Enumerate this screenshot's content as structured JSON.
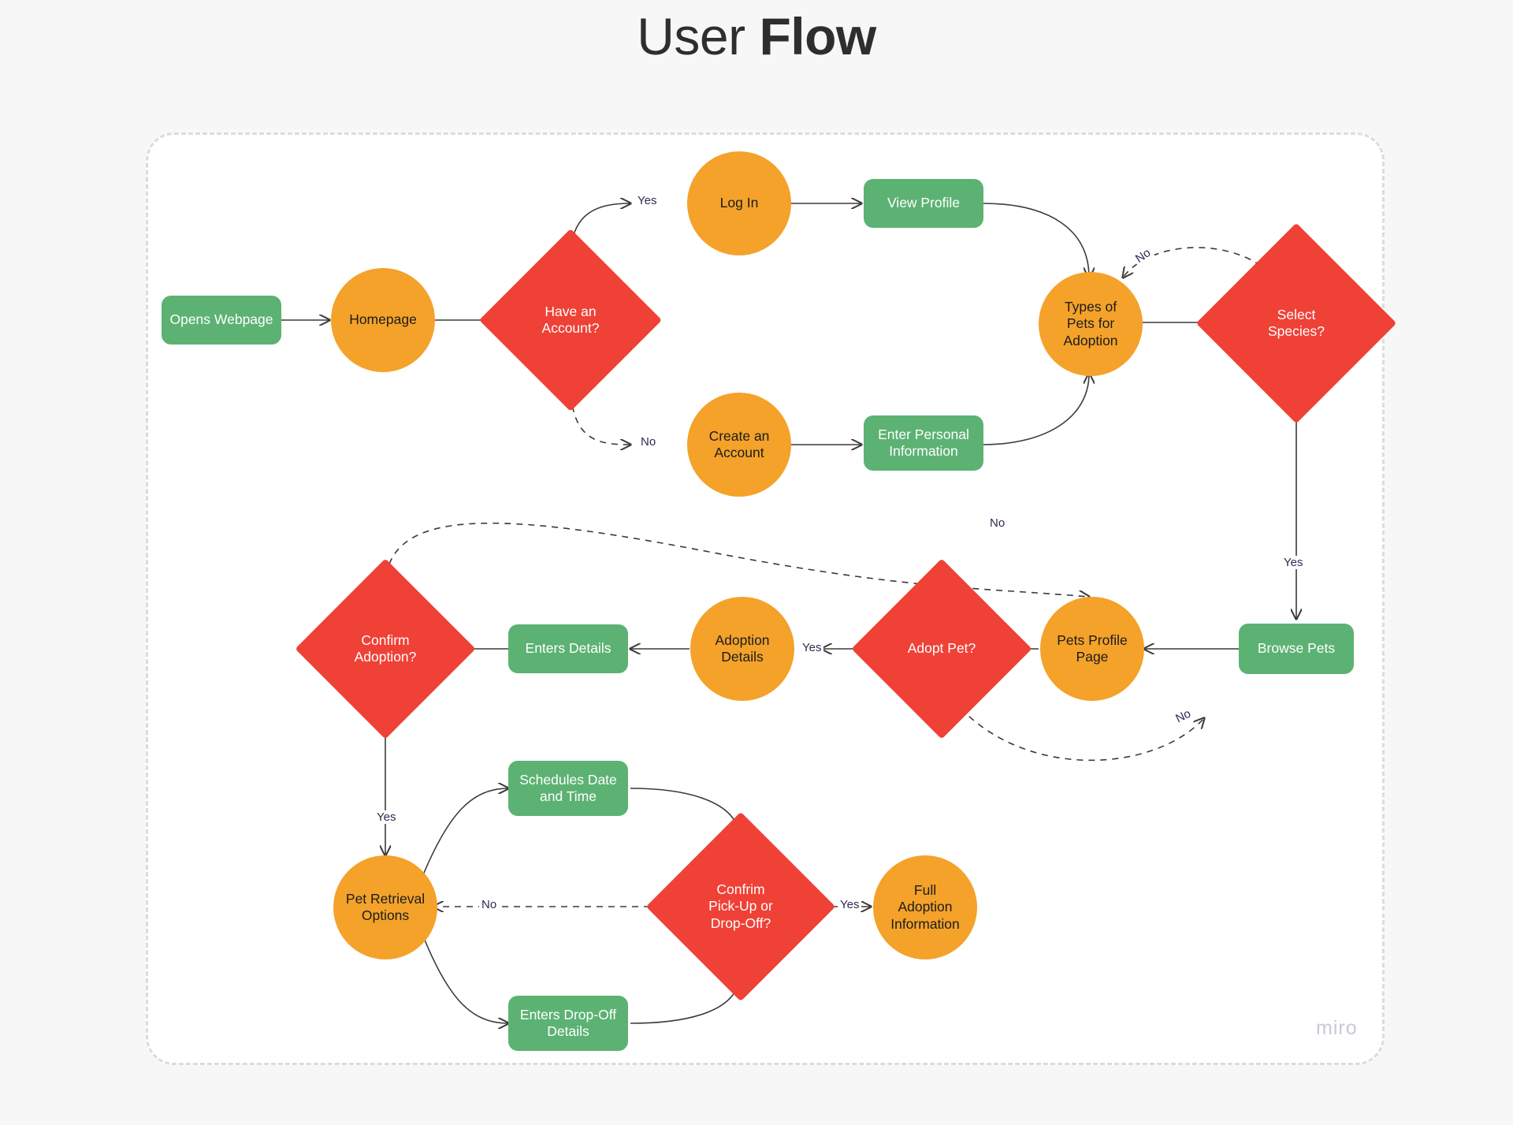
{
  "page": {
    "title_light": "User ",
    "title_bold": "Flow",
    "watermark": "miro",
    "background": "#f7f7f7",
    "board_background": "#ffffff",
    "board_border": "#dcdcdc"
  },
  "colors": {
    "process_green": "#5cb273",
    "state_orange": "#f4a22a",
    "decision_red": "#ef4136",
    "edge_stroke": "#3a3a3a",
    "edge_label_text": "#2b2b52",
    "title_text": "#2e2e2e",
    "watermark_text": "#c9c9d4"
  },
  "chart_data": {
    "type": "diagram",
    "title": "User Flow",
    "nodes": [
      {
        "id": "opens-webpage",
        "label": "Opens Webpage",
        "shape": "rect",
        "color": "#5cb273"
      },
      {
        "id": "homepage",
        "label": "Homepage",
        "shape": "circle",
        "color": "#f4a22a"
      },
      {
        "id": "have-an-account",
        "label": "Have an\nAccount?",
        "shape": "diamond",
        "color": "#ef4136"
      },
      {
        "id": "log-in",
        "label": "Log In",
        "shape": "circle",
        "color": "#f4a22a"
      },
      {
        "id": "view-profile",
        "label": "View Profile",
        "shape": "rect",
        "color": "#5cb273"
      },
      {
        "id": "create-an-account",
        "label": "Create an\nAccount",
        "shape": "circle",
        "color": "#f4a22a"
      },
      {
        "id": "enter-personal-info",
        "label": "Enter Personal\nInformation",
        "shape": "rect",
        "color": "#5cb273"
      },
      {
        "id": "types-of-pets",
        "label": "Types of\nPets for\nAdoption",
        "shape": "circle",
        "color": "#f4a22a"
      },
      {
        "id": "select-species",
        "label": "Select\nSpecies?",
        "shape": "diamond",
        "color": "#ef4136"
      },
      {
        "id": "browse-pets",
        "label": "Browse Pets",
        "shape": "rect",
        "color": "#5cb273"
      },
      {
        "id": "pets-profile-page",
        "label": "Pets Profile\nPage",
        "shape": "circle",
        "color": "#f4a22a"
      },
      {
        "id": "adopt-pet",
        "label": "Adopt Pet?",
        "shape": "diamond",
        "color": "#ef4136"
      },
      {
        "id": "adoption-details",
        "label": "Adoption\nDetails",
        "shape": "circle",
        "color": "#f4a22a"
      },
      {
        "id": "enters-details",
        "label": "Enters Details",
        "shape": "rect",
        "color": "#5cb273"
      },
      {
        "id": "confirm-adoption",
        "label": "Confirm\nAdoption?",
        "shape": "diamond",
        "color": "#ef4136"
      },
      {
        "id": "pet-retrieval",
        "label": "Pet Retrieval\nOptions",
        "shape": "circle",
        "color": "#f4a22a"
      },
      {
        "id": "schedules-date",
        "label": "Schedules Date\nand Time",
        "shape": "rect",
        "color": "#5cb273"
      },
      {
        "id": "enters-dropoff",
        "label": "Enters Drop-Off\nDetails",
        "shape": "rect",
        "color": "#5cb273"
      },
      {
        "id": "confirm-pickup",
        "label": "Confrim\nPick-Up or\nDrop-Off?",
        "shape": "diamond",
        "color": "#ef4136"
      },
      {
        "id": "full-adoption-info",
        "label": "Full\nAdoption\nInformation",
        "shape": "circle",
        "color": "#f4a22a"
      }
    ],
    "edges": [
      {
        "from": "opens-webpage",
        "to": "homepage",
        "label": "",
        "style": "solid"
      },
      {
        "from": "homepage",
        "to": "have-an-account",
        "label": "",
        "style": "solid"
      },
      {
        "from": "have-an-account",
        "to": "log-in",
        "label": "Yes",
        "style": "solid"
      },
      {
        "from": "log-in",
        "to": "view-profile",
        "label": "",
        "style": "solid"
      },
      {
        "from": "view-profile",
        "to": "types-of-pets",
        "label": "",
        "style": "solid"
      },
      {
        "from": "have-an-account",
        "to": "create-an-account",
        "label": "No",
        "style": "dashed"
      },
      {
        "from": "create-an-account",
        "to": "enter-personal-info",
        "label": "",
        "style": "solid"
      },
      {
        "from": "enter-personal-info",
        "to": "types-of-pets",
        "label": "",
        "style": "solid"
      },
      {
        "from": "types-of-pets",
        "to": "select-species",
        "label": "",
        "style": "solid"
      },
      {
        "from": "select-species",
        "to": "types-of-pets",
        "label": "No",
        "style": "dashed"
      },
      {
        "from": "select-species",
        "to": "browse-pets",
        "label": "Yes",
        "style": "solid"
      },
      {
        "from": "browse-pets",
        "to": "pets-profile-page",
        "label": "",
        "style": "solid"
      },
      {
        "from": "pets-profile-page",
        "to": "adopt-pet",
        "label": "",
        "style": "solid"
      },
      {
        "from": "adopt-pet",
        "to": "browse-pets",
        "label": "No",
        "style": "dashed"
      },
      {
        "from": "adopt-pet",
        "to": "adoption-details",
        "label": "Yes",
        "style": "solid"
      },
      {
        "from": "adoption-details",
        "to": "enters-details",
        "label": "",
        "style": "solid"
      },
      {
        "from": "enters-details",
        "to": "confirm-adoption",
        "label": "",
        "style": "solid"
      },
      {
        "from": "confirm-adoption",
        "to": "pets-profile-page",
        "label": "No",
        "style": "dashed"
      },
      {
        "from": "confirm-adoption",
        "to": "pet-retrieval",
        "label": "Yes",
        "style": "solid"
      },
      {
        "from": "pet-retrieval",
        "to": "schedules-date",
        "label": "",
        "style": "solid"
      },
      {
        "from": "pet-retrieval",
        "to": "enters-dropoff",
        "label": "",
        "style": "solid"
      },
      {
        "from": "schedules-date",
        "to": "confirm-pickup",
        "label": "",
        "style": "solid"
      },
      {
        "from": "enters-dropoff",
        "to": "confirm-pickup",
        "label": "",
        "style": "solid"
      },
      {
        "from": "confirm-pickup",
        "to": "pet-retrieval",
        "label": "No",
        "style": "dashed"
      },
      {
        "from": "confirm-pickup",
        "to": "full-adoption-info",
        "label": "Yes",
        "style": "solid"
      }
    ],
    "edge_labels": [
      {
        "id": "yes-have-account",
        "text": "Yes"
      },
      {
        "id": "no-have-account",
        "text": "No"
      },
      {
        "id": "no-select-species",
        "text": "No"
      },
      {
        "id": "yes-select-species",
        "text": "Yes"
      },
      {
        "id": "no-adopt-pet",
        "text": "No"
      },
      {
        "id": "yes-adopt-pet",
        "text": "Yes"
      },
      {
        "id": "no-confirm-adoption",
        "text": "No"
      },
      {
        "id": "yes-confirm-adoption",
        "text": "Yes"
      },
      {
        "id": "no-confirm-pickup",
        "text": "No"
      },
      {
        "id": "yes-confirm-pickup",
        "text": "Yes"
      }
    ]
  }
}
